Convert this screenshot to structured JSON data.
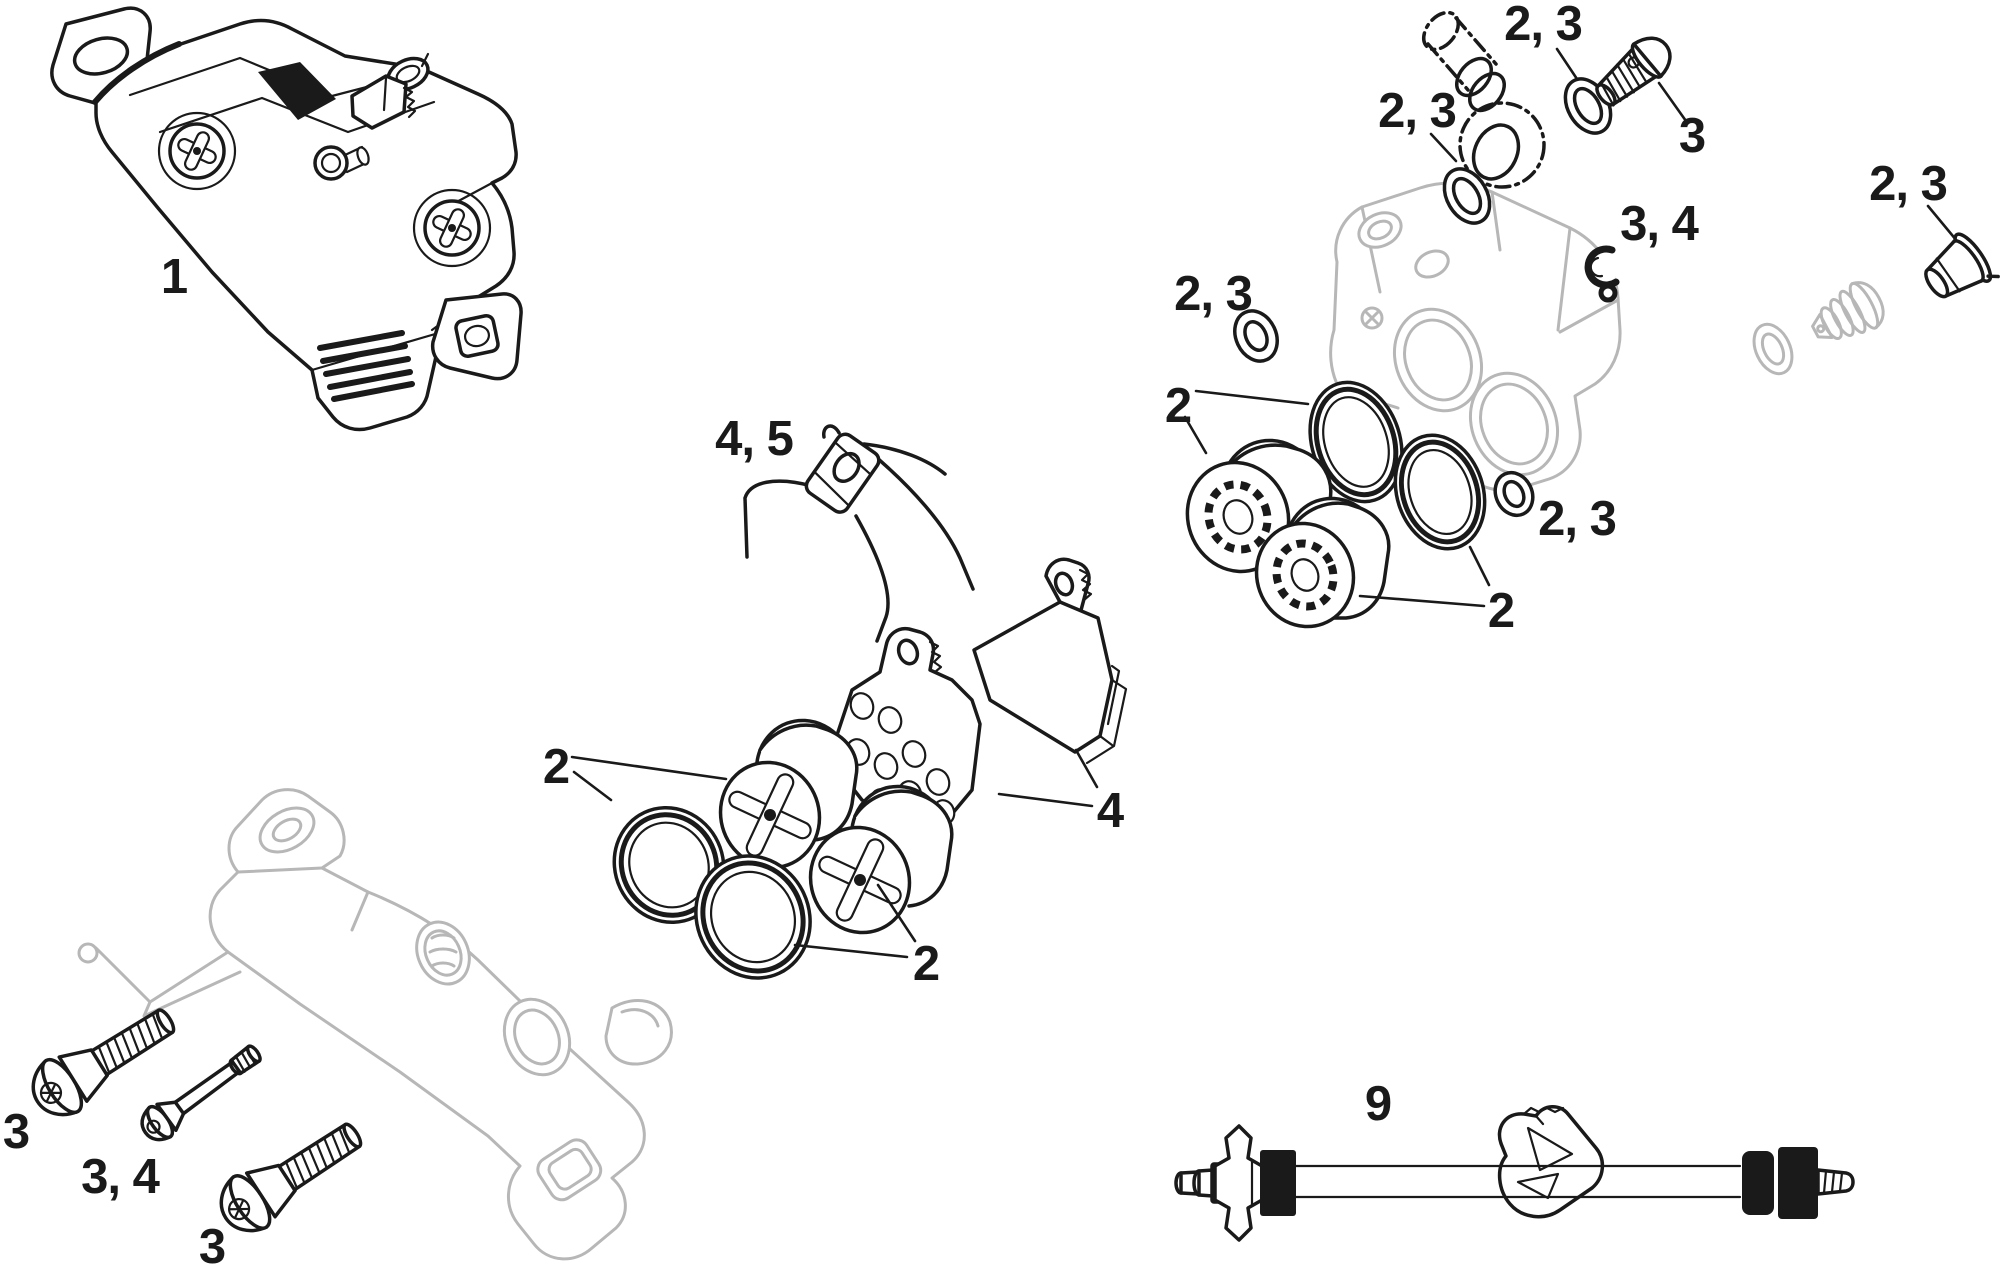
{
  "colors": {
    "line": "#1a1a1a",
    "ghost": "#b7b7b7",
    "background": "#ffffff"
  },
  "diagram": {
    "type": "exploded-parts-diagram",
    "callouts": [
      {
        "target": "caliper-assembly",
        "text": "1"
      },
      {
        "target": "hose-oring-upper",
        "text": "2, 3"
      },
      {
        "target": "banjo-bolt",
        "text": "3"
      },
      {
        "target": "hose-oring-lower",
        "text": "2, 3"
      },
      {
        "target": "bleed-port-plug",
        "text": "2, 3"
      },
      {
        "target": "retaining-clip",
        "text": "3, 4"
      },
      {
        "target": "piston-oring-right",
        "text": "2, 3"
      },
      {
        "target": "pistons-seals-right-upper",
        "text": "2"
      },
      {
        "target": "small-oring-right",
        "text": "2, 3"
      },
      {
        "target": "pistons-seals-right-lower",
        "text": "2"
      },
      {
        "target": "pad-spreader-spring",
        "text": "4, 5"
      },
      {
        "target": "brake-pads",
        "text": "4"
      },
      {
        "target": "pistons-seals-left-upper",
        "text": "2"
      },
      {
        "target": "pistons-seals-left-lower",
        "text": "2"
      },
      {
        "target": "mounting-bolt-upper",
        "text": "3"
      },
      {
        "target": "pad-pin-bolt",
        "text": "3, 4"
      },
      {
        "target": "mounting-bolt-lower",
        "text": "3"
      },
      {
        "target": "bleed-tool",
        "text": "9"
      }
    ]
  }
}
